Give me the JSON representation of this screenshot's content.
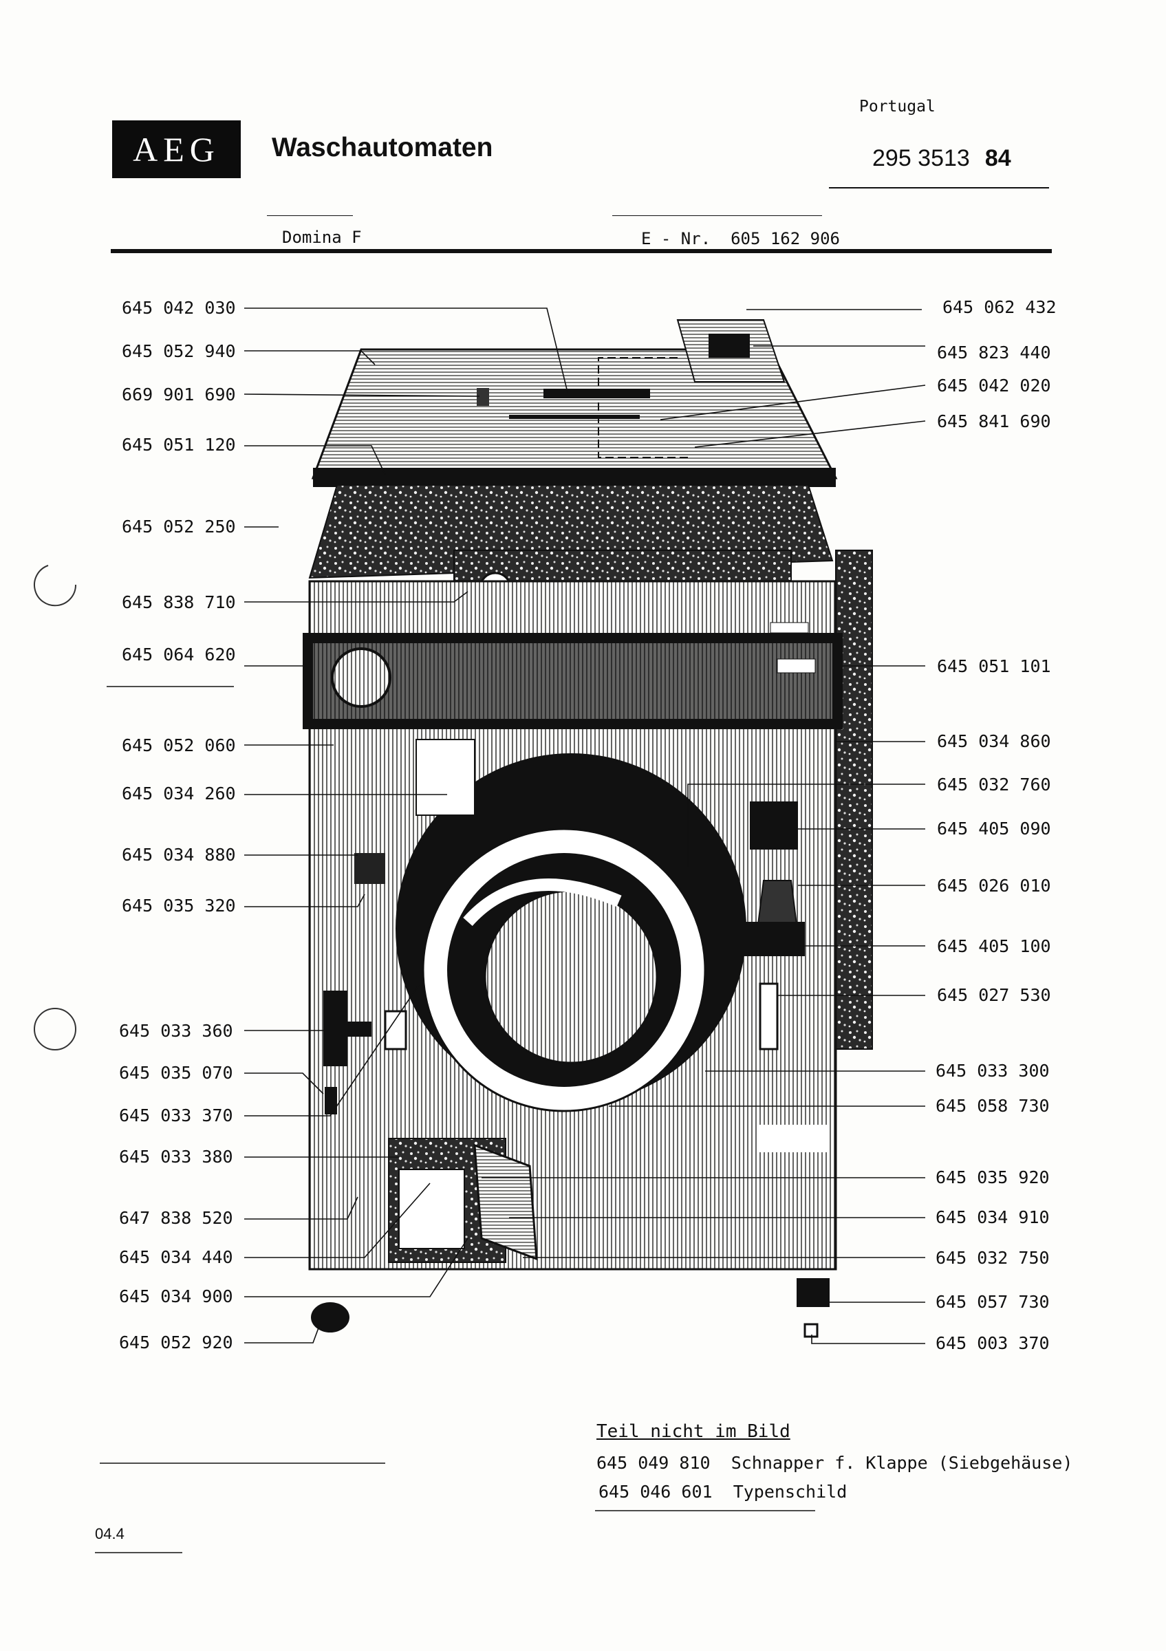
{
  "header": {
    "brand": "AEG",
    "title": "Waschautomaten",
    "country": "Portugal",
    "doc_number": "295 3513",
    "doc_year": "84",
    "model_name": "Domina F",
    "e_nr_label": "E - Nr.",
    "e_nr_value": "605 162 906"
  },
  "callouts_left": [
    "645 042 030",
    "645 052 940",
    "669 901 690",
    "645 051 120",
    "645 052 250",
    "645 838 710",
    "645 064 620",
    "645 052 060",
    "645 034 260",
    "645 034 880",
    "645 035 320",
    "645 033 360",
    "645 035 070",
    "645 033 370",
    "645 033 380",
    "647 838 520",
    "645 034 440",
    "645 034 900",
    "645 052 920"
  ],
  "callouts_right": [
    "645 062 432",
    "645 823 440",
    "645 042 020",
    "645 841 690",
    "645 051 101",
    "645 034 860",
    "645 032 760",
    "645 405 090",
    "645 026 010",
    "645 405 100",
    "645 027 530",
    "645 033 300",
    "645 058 730",
    "645 035 920",
    "645 034 910",
    "645 032 750",
    "645 057 730",
    "645 003 370"
  ],
  "not_pictured": {
    "title": "Teil nicht im Bild",
    "items": [
      {
        "number": "645 049 810",
        "description": "Schnapper f. Klappe (Siebgehäuse)"
      },
      {
        "number": "645 046 601",
        "description": "Typenschild"
      }
    ]
  },
  "footer": {
    "code": "04.4"
  },
  "colors": {
    "ink": "#111111",
    "paper": "#fdfdfb"
  }
}
